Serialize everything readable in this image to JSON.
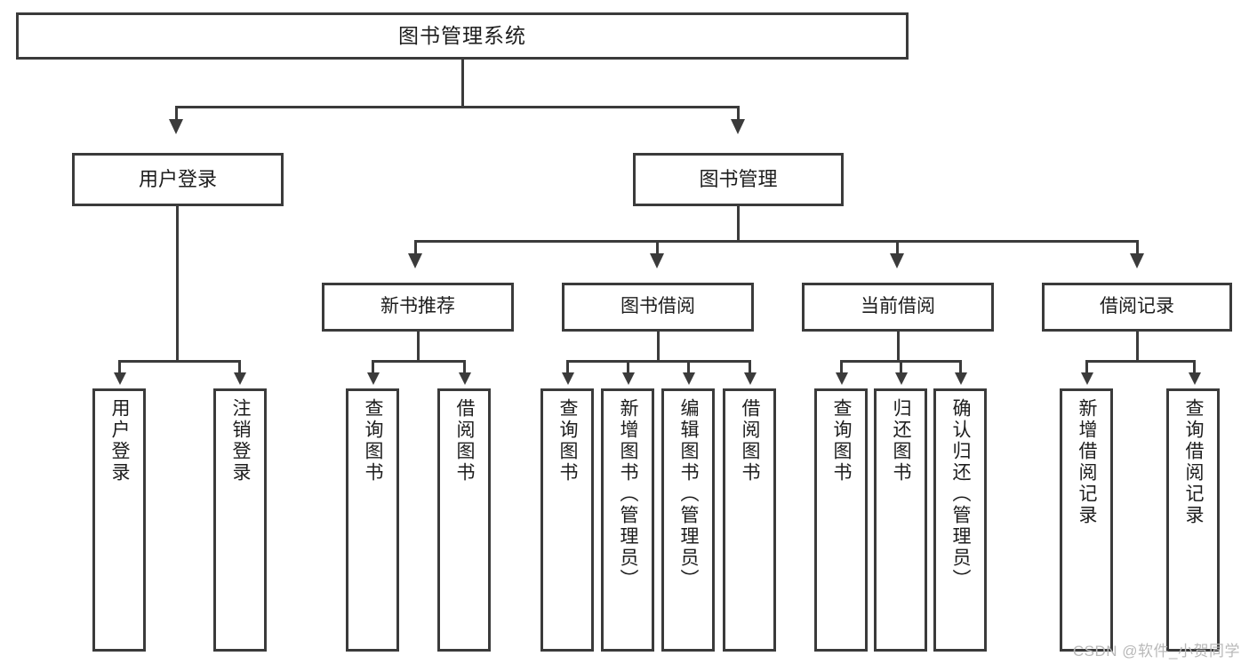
{
  "diagram": {
    "title": "图书管理系统",
    "type": "tree-hierarchy-functional-structure",
    "root": {
      "label": "图书管理系统"
    },
    "level2": [
      {
        "label": "用户登录"
      },
      {
        "label": "图书管理"
      }
    ],
    "level3": [
      {
        "label": "新书推荐"
      },
      {
        "label": "图书借阅"
      },
      {
        "label": "当前借阅"
      },
      {
        "label": "借阅记录"
      }
    ],
    "leaves": {
      "user_login": [
        {
          "label": "用户登录"
        },
        {
          "label": "注销登录"
        }
      ],
      "new_book_recommend": [
        {
          "label": "查询图书"
        },
        {
          "label": "借阅图书"
        }
      ],
      "book_borrow": [
        {
          "label": "查询图书"
        },
        {
          "label": "新增图书（管理员）"
        },
        {
          "label": "编辑图书（管理员）"
        },
        {
          "label": "借阅图书"
        }
      ],
      "current_borrow": [
        {
          "label": "查询图书"
        },
        {
          "label": "归还图书"
        },
        {
          "label": "确认归还（管理员）"
        }
      ],
      "borrow_record": [
        {
          "label": "新增借阅记录"
        },
        {
          "label": "查询借阅记录"
        }
      ]
    }
  },
  "watermark": {
    "text": "CSDN @软件_小贺同学"
  },
  "colors": {
    "background": "#ffffff",
    "border": "#3b3b3b",
    "text": "#1d1d1d",
    "watermark": "#b9b9b9"
  }
}
